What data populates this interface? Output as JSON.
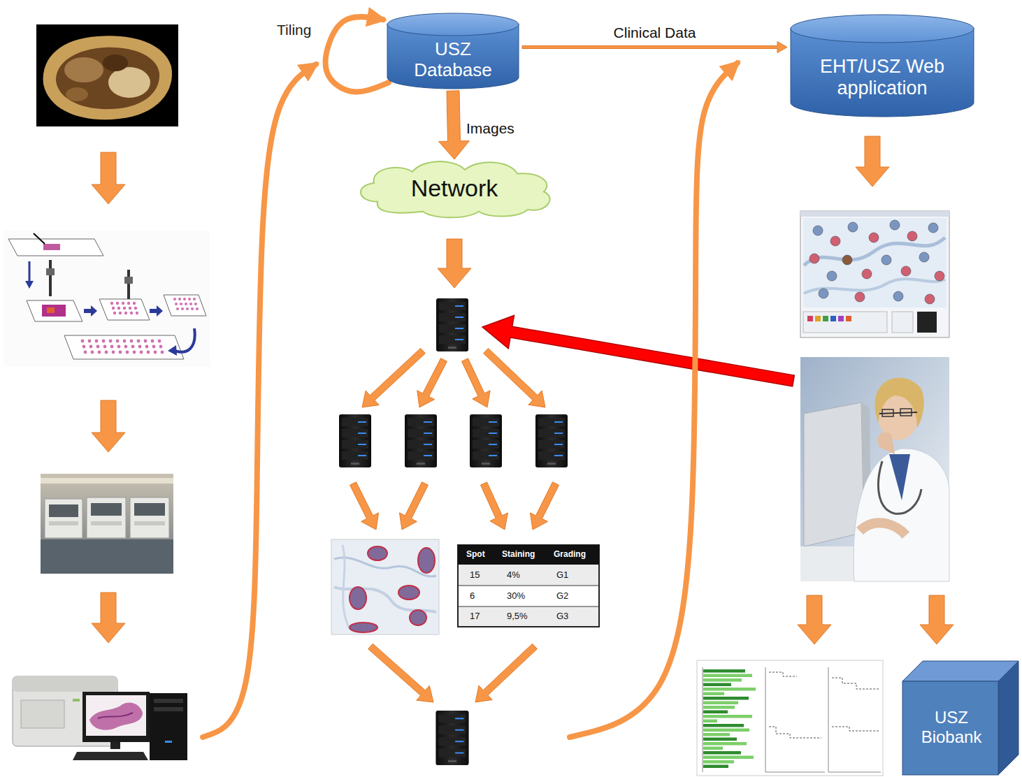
{
  "diagram": {
    "nodes": [
      {
        "text": [
          "USZ Database"
        ]
      },
      {
        "text": [
          "Network"
        ]
      },
      {
        "text": [
          "EHT/USZ Web application"
        ]
      },
      {
        "text": [
          "USZ Biobank"
        ]
      }
    ],
    "edges": [
      {
        "from": 0,
        "to": 1,
        "label": "Images",
        "arrow": "to"
      },
      {
        "from": 0,
        "to": 2,
        "label": "Clinical Data",
        "arrow": "to"
      }
    ],
    "labels": [
      "Tiling",
      "Spot",
      "Staining",
      "Grading",
      "15",
      "4%",
      "G1",
      "6",
      "30%",
      "G2",
      "17",
      "9,5%",
      "G3"
    ]
  }
}
